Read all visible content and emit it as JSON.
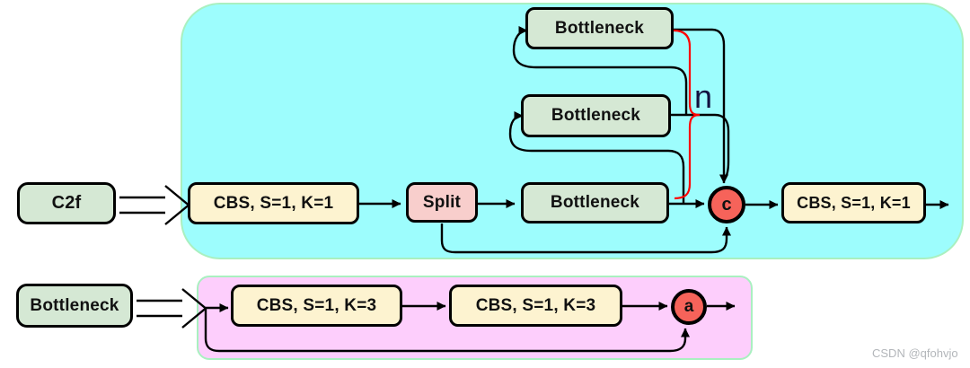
{
  "diagram": {
    "top_panel": {
      "entry_label": "C2f",
      "cbs_in_label": "CBS, S=1, K=1",
      "split_label": "Split",
      "bottleneck_bottom_label": "Bottleneck",
      "bottleneck_middle_label": "Bottleneck",
      "bottleneck_top_label": "Bottleneck",
      "concat_label": "c",
      "cbs_out_label": "CBS, S=1, K=1",
      "repeat_label": "n"
    },
    "bottom_panel": {
      "entry_label": "Bottleneck",
      "cbs1_label": "CBS, S=1, K=3",
      "cbs2_label": "CBS, S=1, K=3",
      "add_label": "a"
    },
    "colors": {
      "panel_cyan": "#9dfdfd",
      "panel_pink": "#fdcefc",
      "panel_border": "#a9f0c0",
      "node_green": "#d5e8d4",
      "node_cream": "#fdf3d0",
      "node_pink": "#f8cecc",
      "node_red": "#f6635a",
      "repeat_line": "#fe0505"
    }
  },
  "watermark": "CSDN @qfohvjo"
}
